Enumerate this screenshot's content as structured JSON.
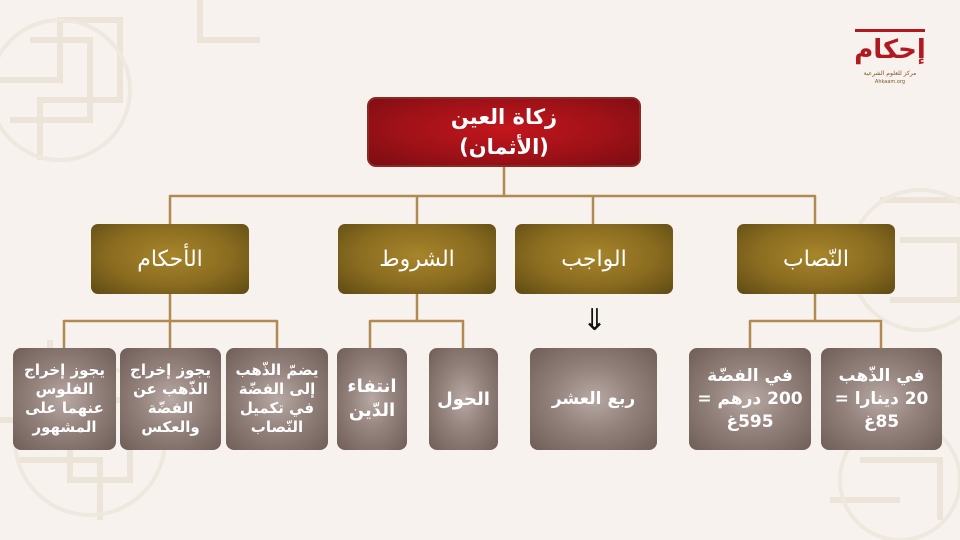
{
  "logo": {
    "name": "إحكام",
    "subtitle": "مركز للعلوم الشرعية",
    "url": "Ahkaam.org"
  },
  "root": {
    "title": "زكاة العين",
    "subtitle": "(الأثمان)"
  },
  "categories": {
    "nisab": "النّصاب",
    "wajib": "الواجب",
    "shurut": "الشروط",
    "ahkam": "الأحكام"
  },
  "arrow": "⇓",
  "leaves": {
    "gold": "في الذّهب 20 دينارا = 85غ",
    "silver": "في الفضّة 200 درهم = 595غ",
    "rub_ushr": "ربع العشر",
    "hawl": "الحول",
    "no_debt": "انتفاء الدّين",
    "complete": "يضمّ الذّهب إلى الفضّة في تكميل النّصاب",
    "exchange": "يجوز إخراج الذّهب عن الفضّة والعكس",
    "fulus": "يجوز إخراج الفلوس عنهما على المشهور"
  },
  "colors": {
    "root_fill": "#9b1117",
    "category_fill": "#8a6c20",
    "leaf_fill": "#93817b",
    "connector": "#b08a50",
    "background": "#f7f2ed"
  }
}
